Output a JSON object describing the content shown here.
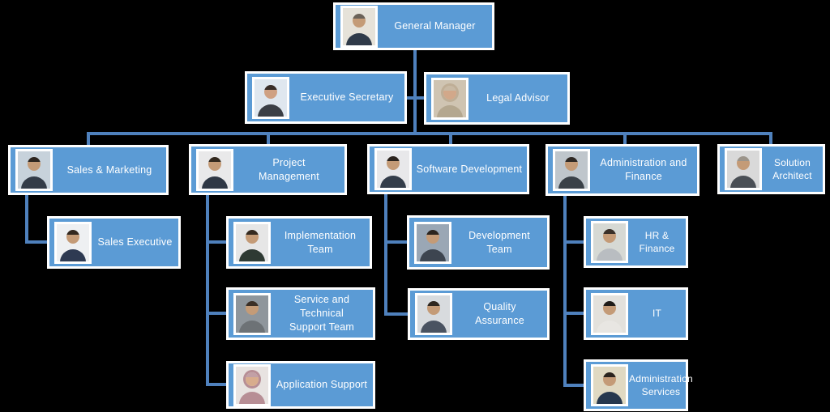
{
  "colors": {
    "box_fill": "#5B9BD5",
    "box_border": "#FFFFFF",
    "connector": "#4F81BD",
    "label_text": "#FFFFFF",
    "background": "#000000"
  },
  "org": {
    "nodes": [
      {
        "id": "general-manager",
        "label": "General Manager",
        "reports_to": null,
        "avatar": "man-portrait"
      },
      {
        "id": "executive-secretary",
        "label": "Executive Secretary",
        "reports_to": "general-manager",
        "avatar": "woman-portrait"
      },
      {
        "id": "legal-advisor",
        "label": "Legal Advisor",
        "reports_to": "general-manager",
        "avatar": "woman-hijab-portrait"
      },
      {
        "id": "sales-marketing",
        "label": "Sales & Marketing",
        "reports_to": "general-manager",
        "avatar": "man-portrait"
      },
      {
        "id": "project-management",
        "label": "Project\nManagement",
        "reports_to": "general-manager",
        "avatar": "man-portrait"
      },
      {
        "id": "software-development",
        "label": "Software Development",
        "reports_to": "general-manager",
        "avatar": "man-portrait"
      },
      {
        "id": "administration-finance",
        "label": "Administration and\nFinance",
        "reports_to": "general-manager",
        "avatar": "man-portrait"
      },
      {
        "id": "solution-architect",
        "label": "Solution\nArchitect",
        "reports_to": "general-manager",
        "avatar": "man-portrait"
      },
      {
        "id": "sales-executive",
        "label": "Sales Executive",
        "reports_to": "sales-marketing",
        "avatar": "man-portrait"
      },
      {
        "id": "implementation-team",
        "label": "Implementation Team",
        "reports_to": "project-management",
        "avatar": "man-portrait"
      },
      {
        "id": "service-technical-support-team",
        "label": "Service and Technical\nSupport Team",
        "reports_to": "project-management",
        "avatar": "man-portrait"
      },
      {
        "id": "application-support",
        "label": "Application Support",
        "reports_to": "project-management",
        "avatar": "woman-hijab-portrait"
      },
      {
        "id": "development-team",
        "label": "Development\nTeam",
        "reports_to": "software-development",
        "avatar": "man-portrait"
      },
      {
        "id": "quality-assurance",
        "label": "Quality\nAssurance",
        "reports_to": "software-development",
        "avatar": "man-portrait"
      },
      {
        "id": "hr-finance",
        "label": "HR & Finance",
        "reports_to": "administration-finance",
        "avatar": "man-portrait"
      },
      {
        "id": "it",
        "label": "IT",
        "reports_to": "administration-finance",
        "avatar": "man-portrait"
      },
      {
        "id": "administration-services",
        "label": "Administration\nServices",
        "reports_to": "administration-finance",
        "avatar": "man-portrait"
      }
    ]
  }
}
